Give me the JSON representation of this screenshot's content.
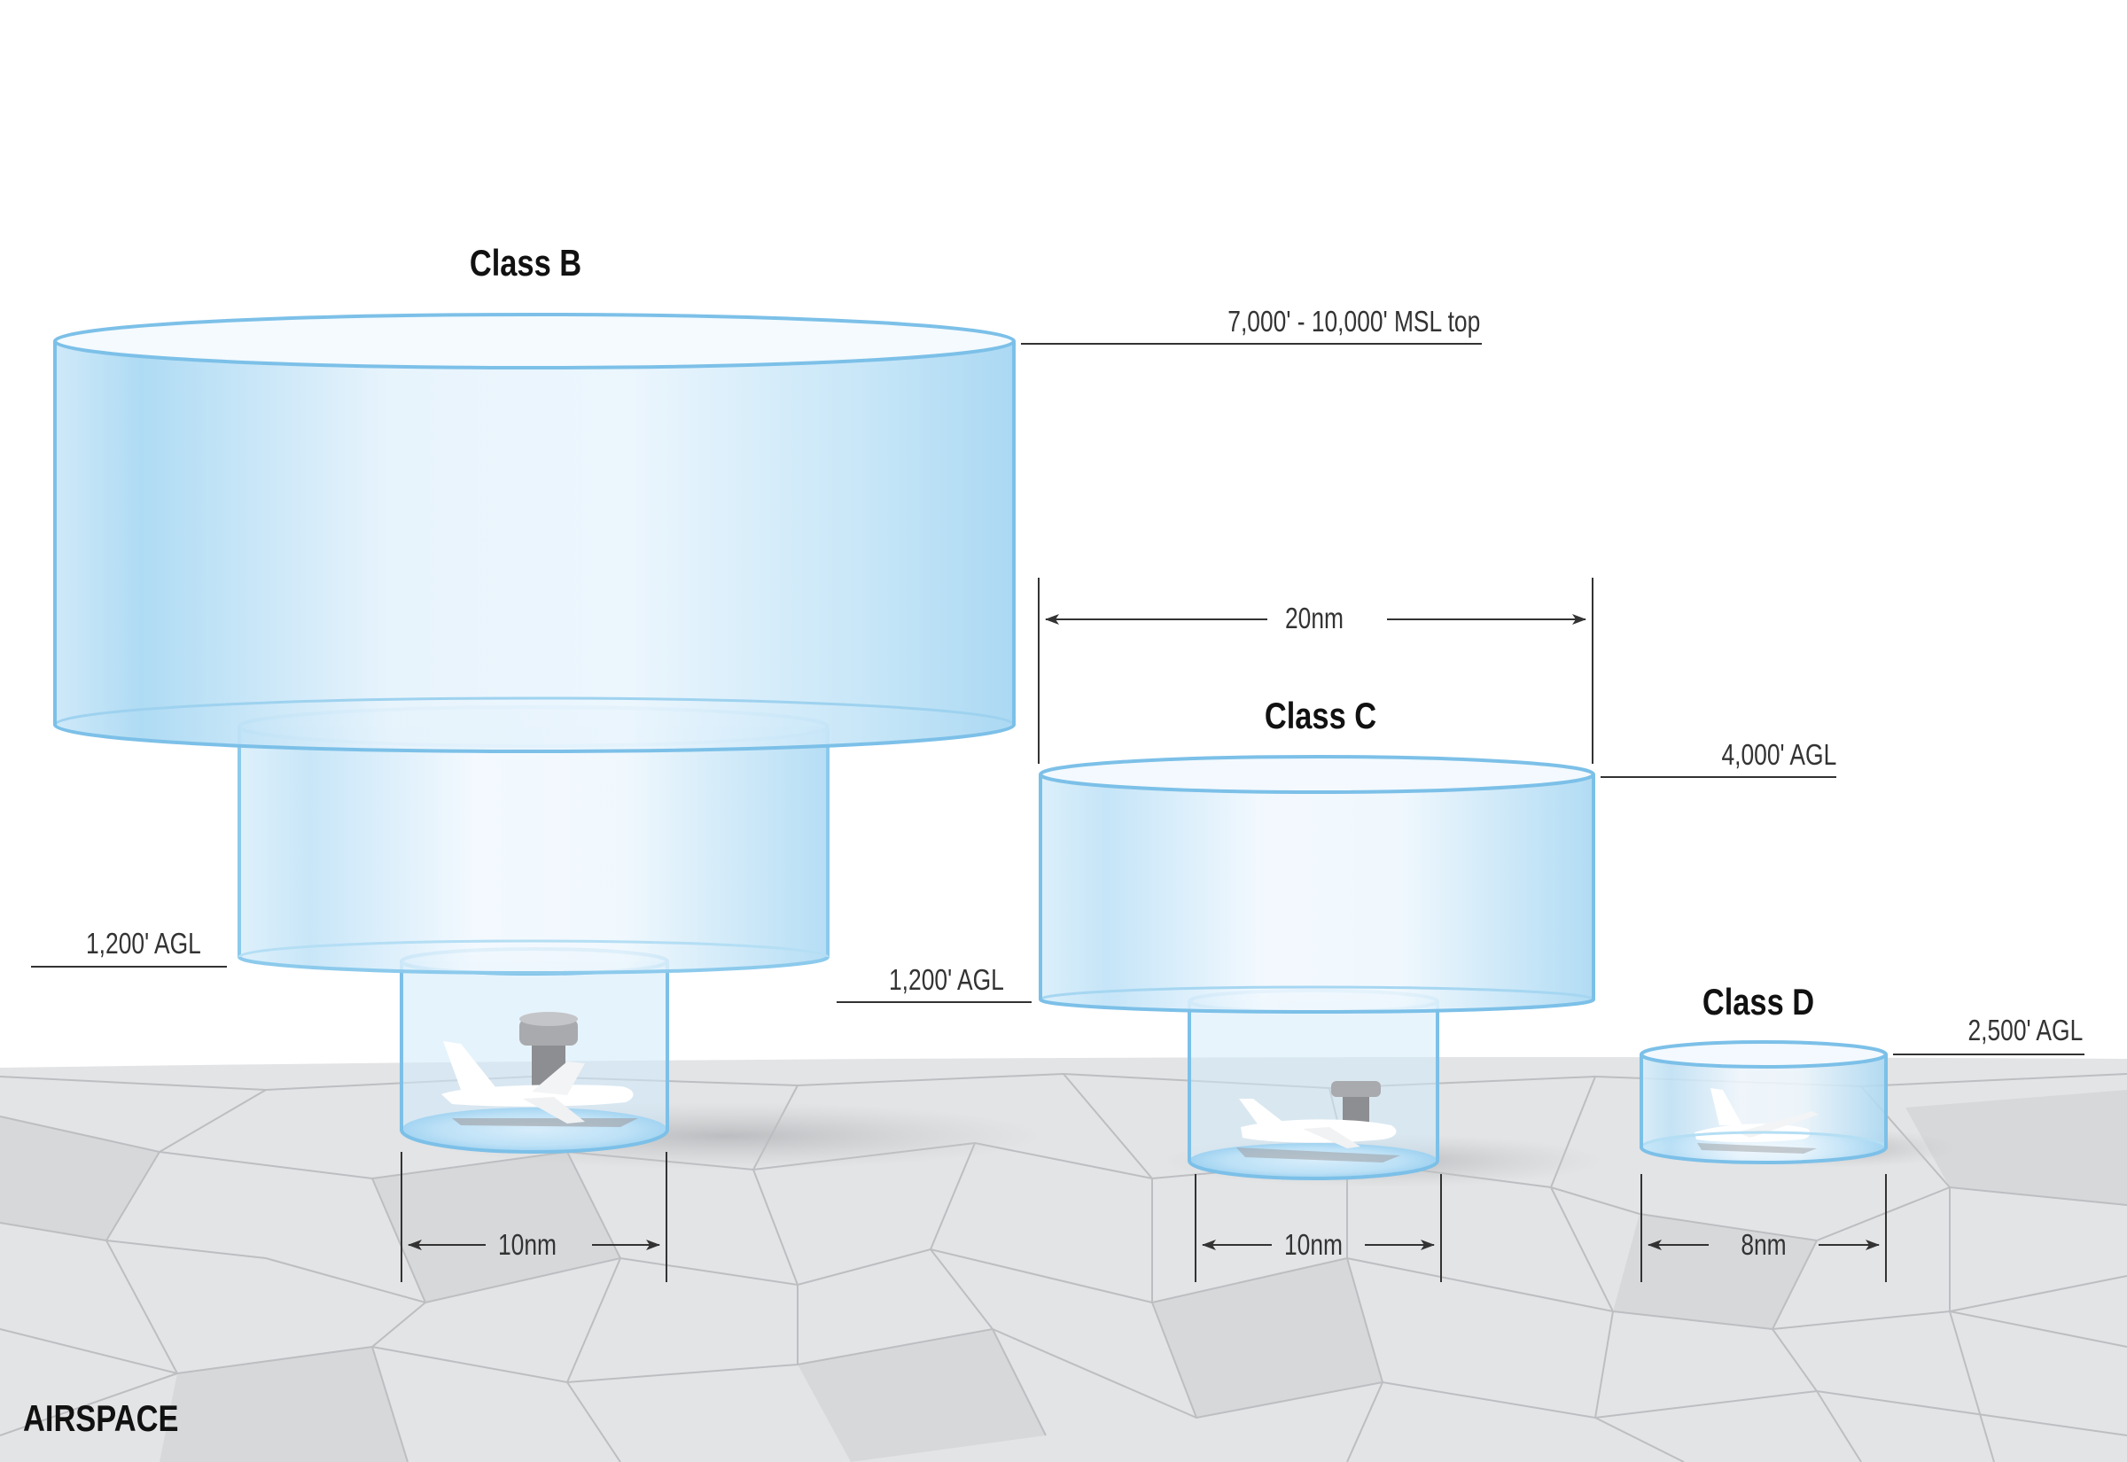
{
  "figure": {
    "classes": {
      "b": {
        "title": "Class B",
        "top": "7,000' - 10,000' MSL top",
        "shelf": "1,200' AGL",
        "diameter": "10nm"
      },
      "c": {
        "title": "Class C",
        "top": "4,000' AGL",
        "shelf": "1,200' AGL",
        "outer_diameter": "20nm",
        "diameter": "10nm"
      },
      "d": {
        "title": "Class D",
        "top": "2,500' AGL",
        "diameter": "8nm"
      }
    },
    "footer": "AIRSPACE",
    "colors": {
      "cylinder_edge": "#7cc0e8",
      "cylinder_fill": "#bfe2f7",
      "ground": "#e2e3e5",
      "ground_lines": "#bcbdc0",
      "leader": "#333333"
    }
  }
}
